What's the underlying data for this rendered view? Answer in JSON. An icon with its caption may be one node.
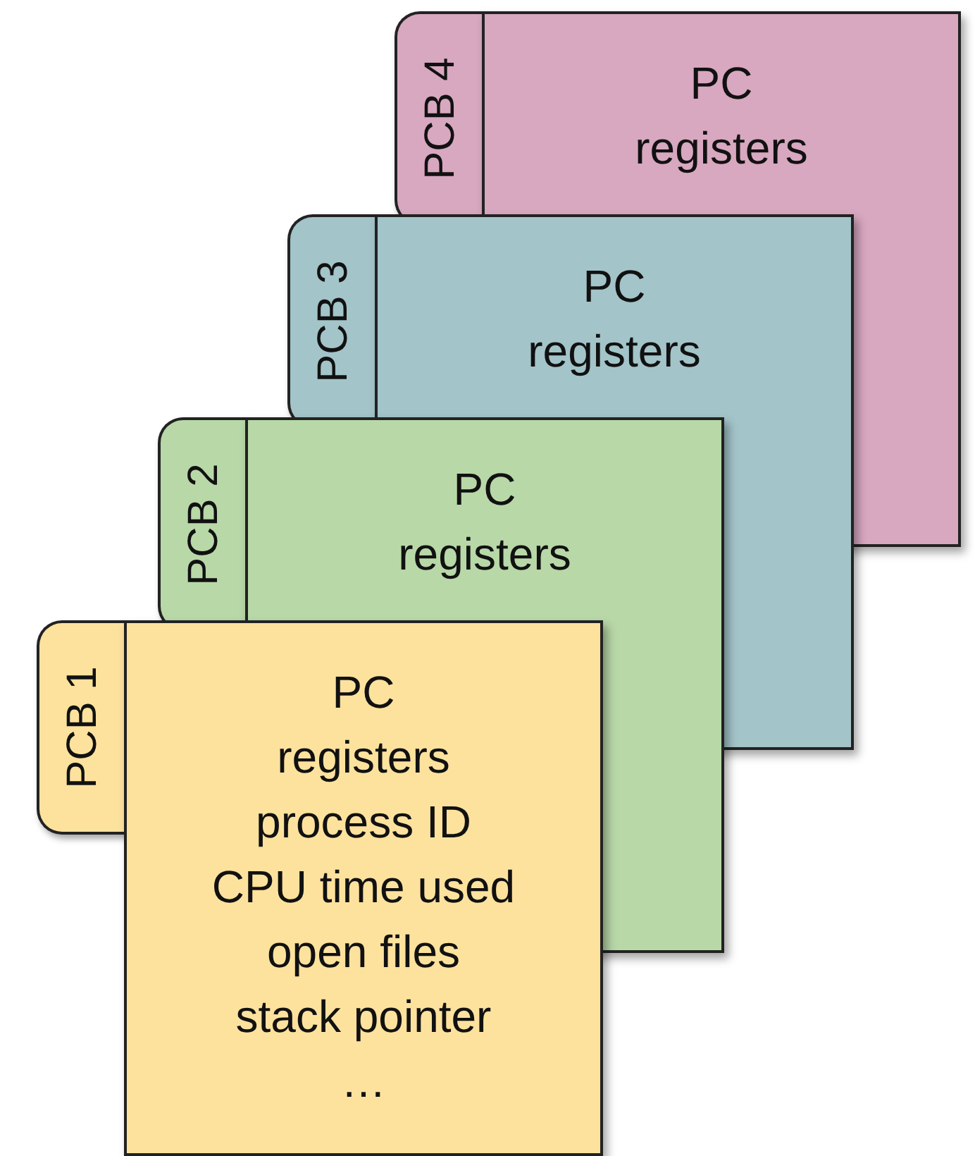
{
  "diagram": {
    "nodes": [
      {
        "text": [
          "PCB 1",
          "PC",
          "registers",
          "process ID",
          "CPU time used",
          "open files",
          "stack pointer",
          "…"
        ]
      },
      {
        "text": [
          "PCB 2",
          "PC",
          "registers"
        ]
      },
      {
        "text": [
          "PCB 3",
          "PC",
          "registers"
        ]
      },
      {
        "text": [
          "PCB 4",
          "PC",
          "registers"
        ]
      }
    ]
  }
}
